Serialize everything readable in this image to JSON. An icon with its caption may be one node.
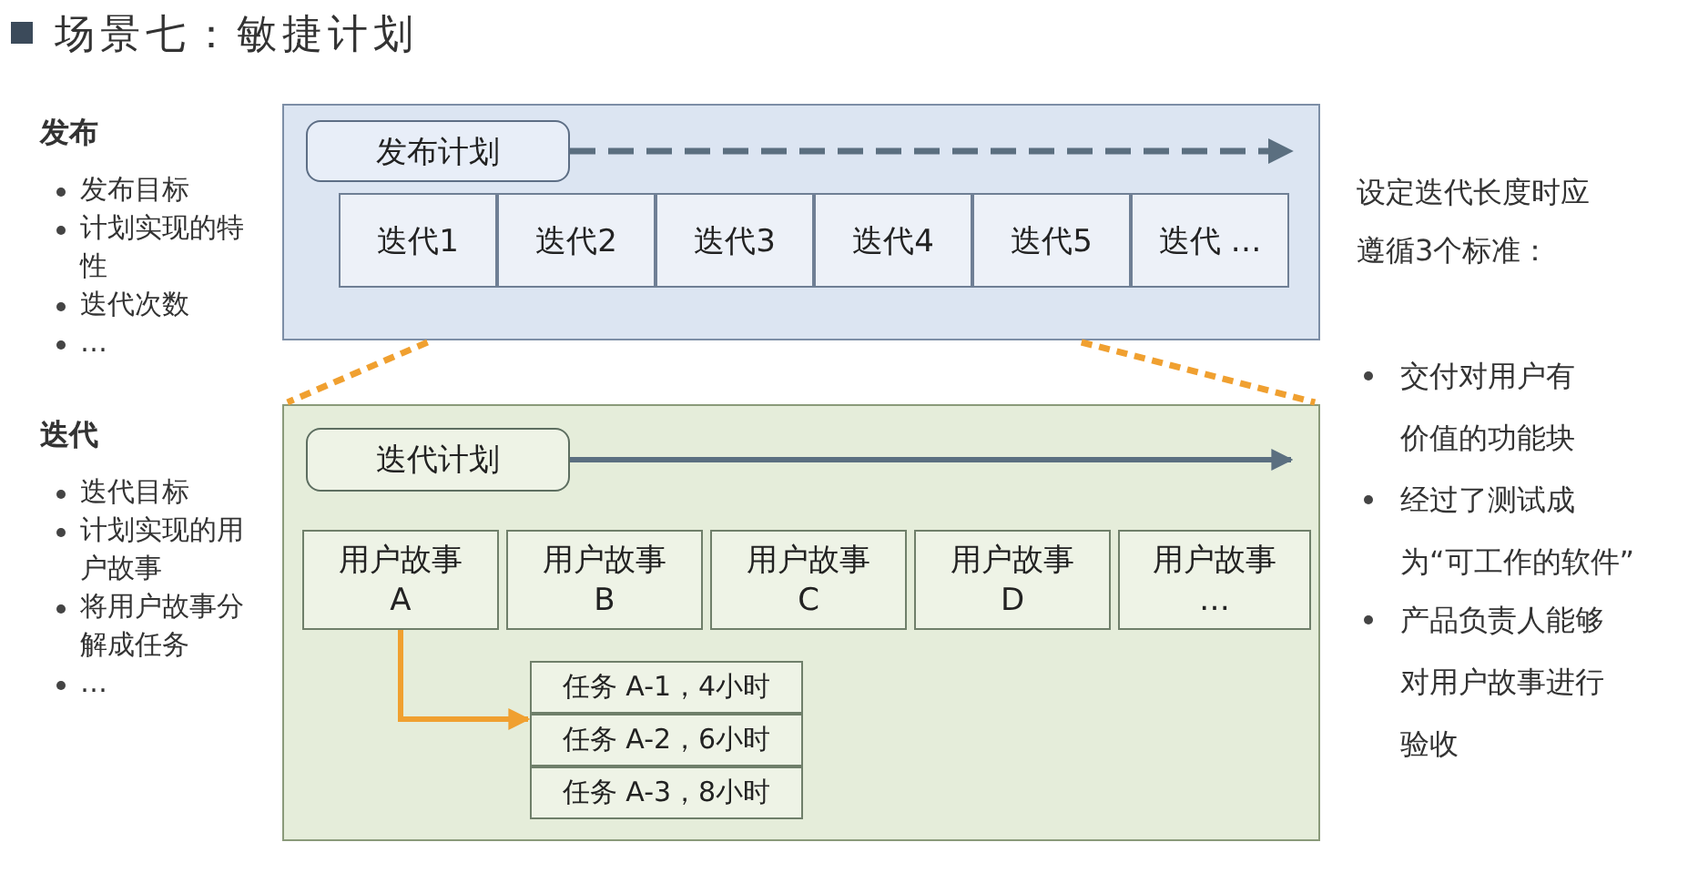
{
  "diagram": {
    "title": "场景七：敏捷计划",
    "nodes": [
      {
        "text": [],
        "shape": "box"
      },
      {
        "text": [
          "发布计划"
        ],
        "in": 0
      },
      {
        "text": [
          "迭代1"
        ],
        "in": 0
      },
      {
        "text": [
          "迭代2"
        ],
        "in": 0
      },
      {
        "text": [
          "迭代3"
        ],
        "in": 0
      },
      {
        "text": [
          "迭代4"
        ],
        "in": 0
      },
      {
        "text": [
          "迭代5"
        ],
        "in": 0
      },
      {
        "text": [
          "迭代 …"
        ],
        "in": 0
      },
      {
        "text": [],
        "shape": "box"
      },
      {
        "text": [
          "迭代计划"
        ],
        "in": 8
      },
      {
        "text": [
          "用户故事 A"
        ],
        "in": 8
      },
      {
        "text": [
          "用户故事 B"
        ],
        "in": 8
      },
      {
        "text": [
          "用户故事 C"
        ],
        "in": 8
      },
      {
        "text": [
          "用户故事 D"
        ],
        "in": 8
      },
      {
        "text": [
          "用户故事 …"
        ],
        "in": 8
      },
      {
        "text": [
          "任务 A-1，4小时"
        ],
        "in": 8
      },
      {
        "text": [
          "任务 A-2，6小时"
        ],
        "in": 8
      },
      {
        "text": [
          "任务 A-3，8小时"
        ],
        "in": 8
      }
    ],
    "edges": [
      {
        "from": 1,
        "to": null,
        "arrow": "to",
        "style": "dashed",
        "color": "#5b6f80"
      },
      {
        "from": 9,
        "to": null,
        "arrow": "to",
        "color": "#5b6f80"
      },
      {
        "from": 0,
        "to": 8,
        "arrow": "none",
        "style": "dashed",
        "color": "#f0a030"
      },
      {
        "from": 0,
        "to": 8,
        "arrow": "none",
        "style": "dashed",
        "color": "#f0a030"
      },
      {
        "from": 10,
        "to": 16,
        "arrow": "to",
        "color": "#f0a030"
      }
    ],
    "labels": [
      "发布",
      "发布目标",
      "计划实现的特性",
      "迭代次数",
      "…",
      "迭代",
      "迭代目标",
      "计划实现的用户故事",
      "将用户故事分解成任务",
      "…",
      "设定迭代长度时应遵循3个标准：",
      "交付对用户有价值的功能块",
      "经过了测试成为“可工作的软件”",
      "产品负责人能够对用户故事进行验收"
    ]
  }
}
